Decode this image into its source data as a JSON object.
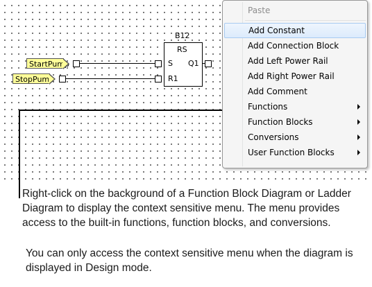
{
  "diagram": {
    "block": {
      "name": "B12",
      "type": "RS",
      "inputs": [
        "S",
        "R1"
      ],
      "outputs": [
        "Q1"
      ]
    },
    "variables": [
      "StartPump",
      "StopPump"
    ]
  },
  "context_menu": {
    "items": [
      {
        "label": "Paste",
        "enabled": false,
        "submenu": false
      },
      {
        "label": "Add Constant",
        "enabled": true,
        "submenu": false,
        "highlighted": true
      },
      {
        "label": "Add Connection Block",
        "enabled": true,
        "submenu": false
      },
      {
        "label": "Add Left Power Rail",
        "enabled": true,
        "submenu": false
      },
      {
        "label": "Add Right Power Rail",
        "enabled": true,
        "submenu": false
      },
      {
        "label": "Add Comment",
        "enabled": true,
        "submenu": false
      },
      {
        "label": "Functions",
        "enabled": true,
        "submenu": true
      },
      {
        "label": "Function Blocks",
        "enabled": true,
        "submenu": true
      },
      {
        "label": "Conversions",
        "enabled": true,
        "submenu": true
      },
      {
        "label": "User Function Blocks",
        "enabled": true,
        "submenu": true
      }
    ]
  },
  "description": {
    "paragraph1": "Right-click on the background of a Function Block Diagram or Ladder Diagram to display the context sensitive menu. The menu provides access to the built-in functions, function blocks, and conversions.",
    "paragraph2": "You can only access the context sensitive menu when the diagram is displayed in Design mode."
  }
}
